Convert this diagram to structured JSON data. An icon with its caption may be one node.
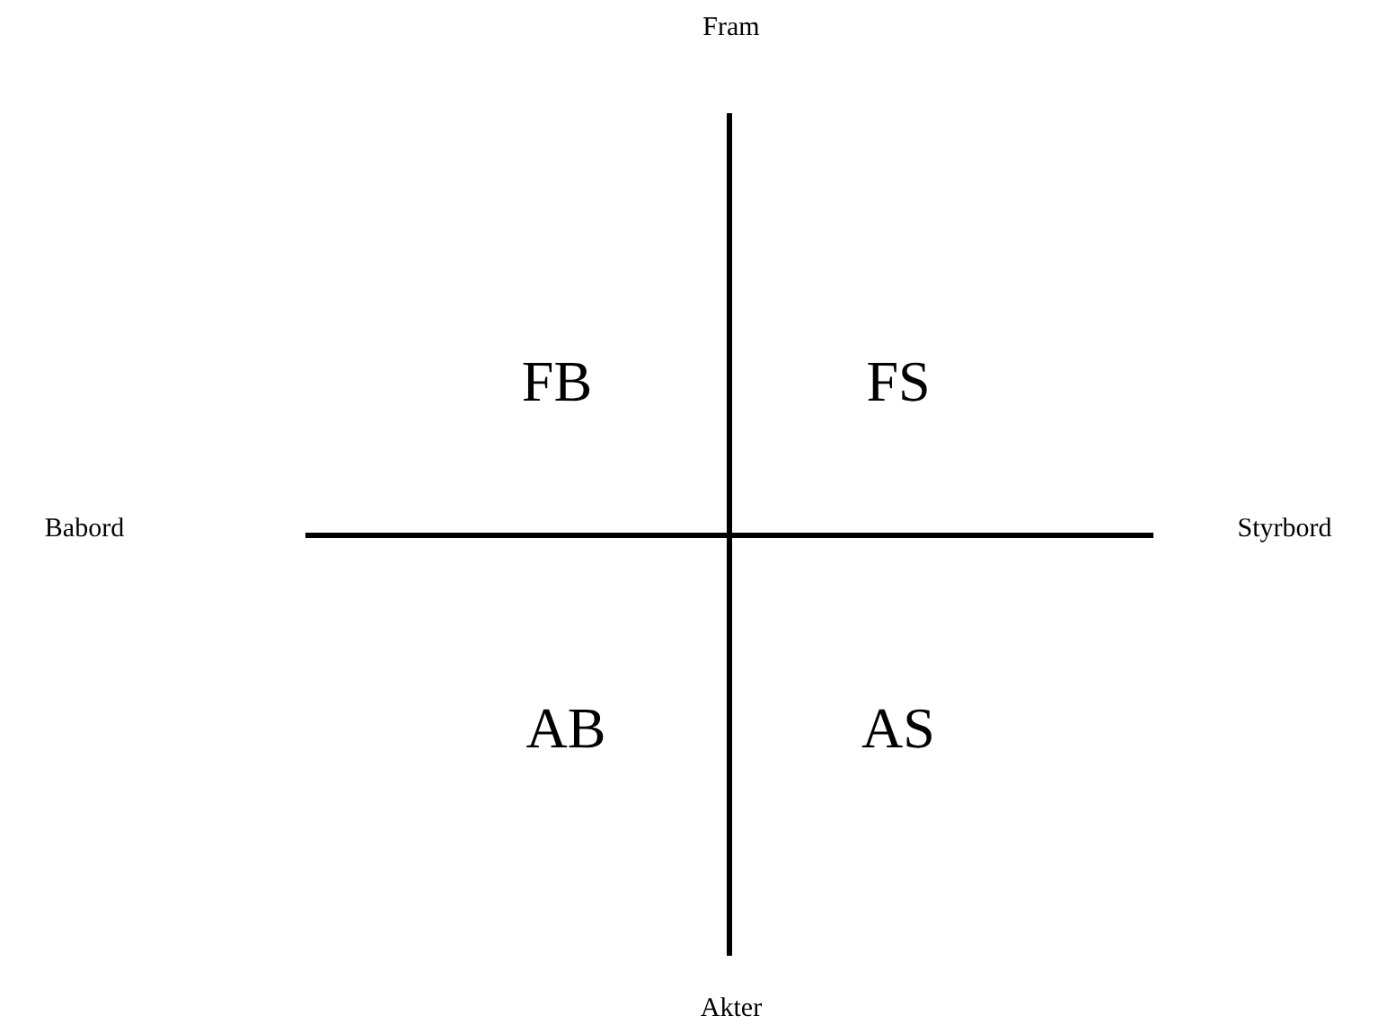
{
  "diagram": {
    "labels": [
      "Fram",
      "FB",
      "FS",
      "Babord",
      "Styrbord",
      "AB",
      "AS",
      "Akter"
    ]
  }
}
